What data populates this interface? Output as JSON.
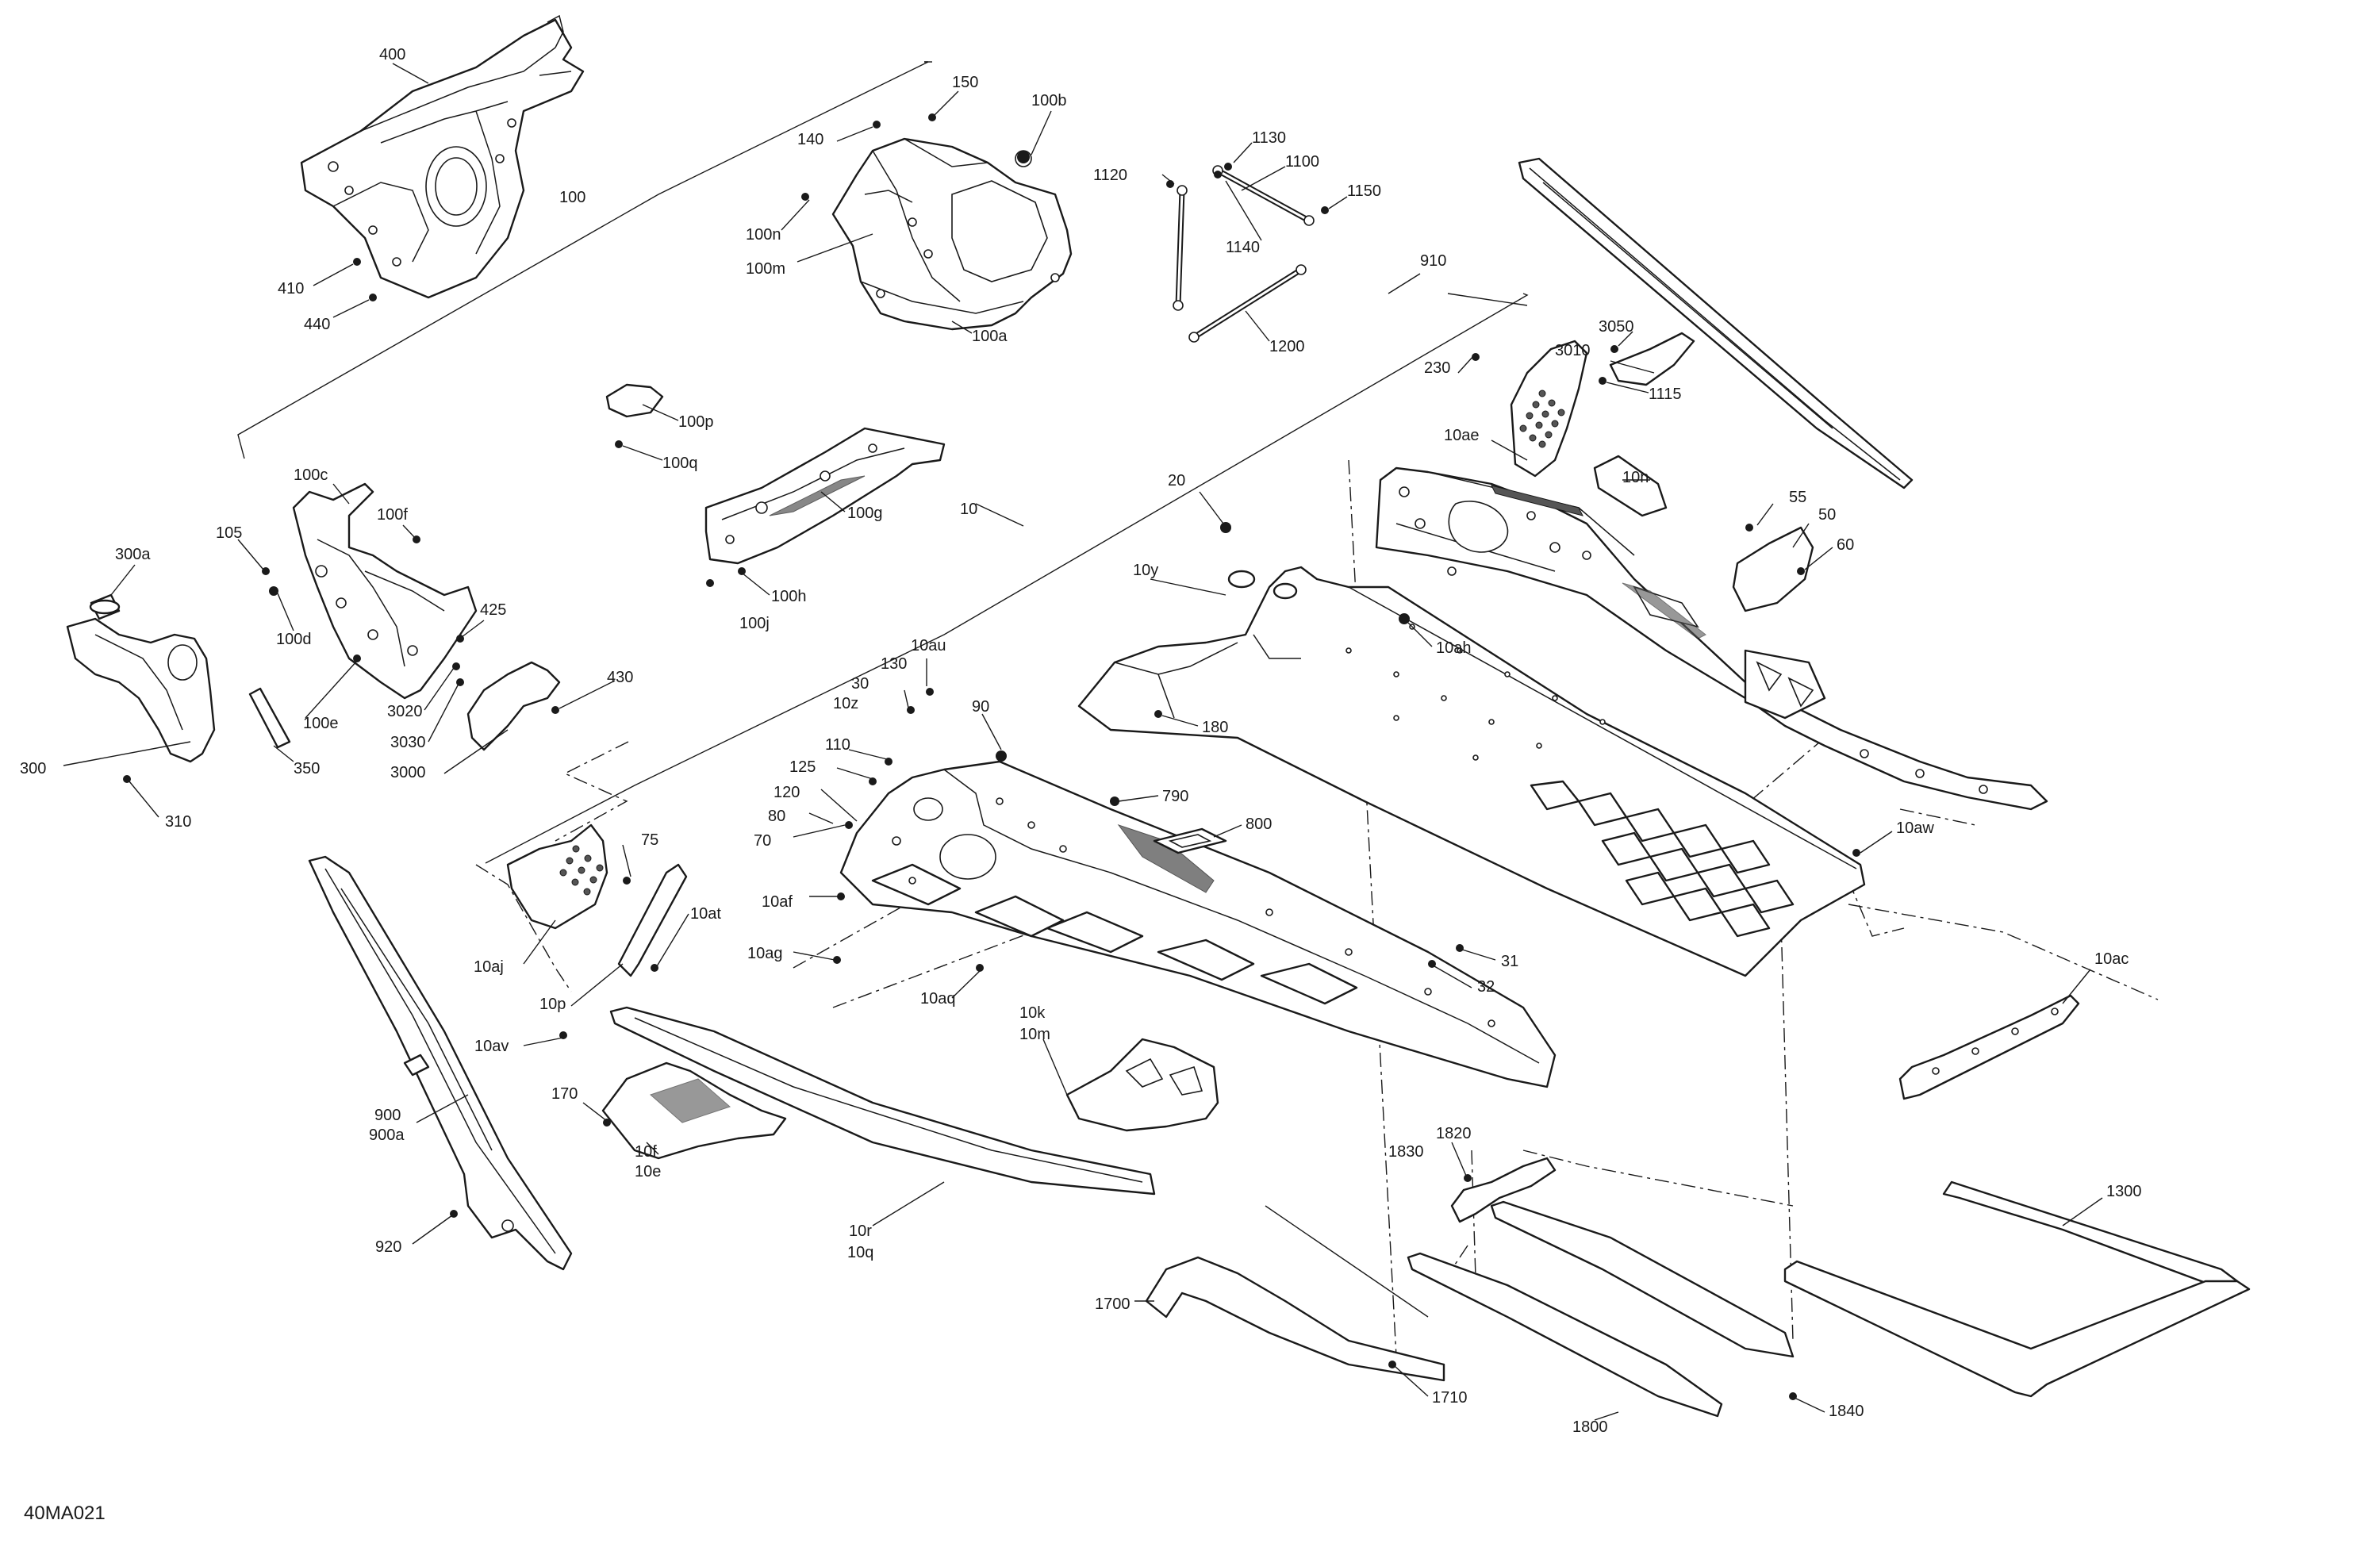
{
  "diagram": {
    "reference_code": "40MA021",
    "callouts": {
      "c400": "400",
      "c100": "100",
      "c140": "140",
      "c150": "150",
      "c100b": "100b",
      "c100n": "100n",
      "c100m": "100m",
      "c100a": "100a",
      "c410": "410",
      "c440": "440",
      "c1120": "1120",
      "c1130": "1130",
      "c1100": "1100",
      "c1150": "1150",
      "c1140": "1140",
      "c1200": "1200",
      "c910": "910",
      "c3050": "3050",
      "c3010": "3010",
      "c230": "230",
      "c1115": "1115",
      "c10ae": "10ae",
      "c10n": "10n",
      "c100p": "100p",
      "c100q": "100q",
      "c100g": "100g",
      "c100h": "100h",
      "c100j": "100j",
      "c10": "10",
      "c20": "20",
      "c55": "55",
      "c50": "50",
      "c60": "60",
      "c10y": "10y",
      "c10ah": "10ah",
      "c180": "180",
      "c100c": "100c",
      "c105": "105",
      "c100f": "100f",
      "c300a": "300a",
      "c100d": "100d",
      "c425": "425",
      "c430": "430",
      "c3020": "3020",
      "c100e": "100e",
      "c3030": "3030",
      "c3000": "3000",
      "c300": "300",
      "c350": "350",
      "c310": "310",
      "c10au": "10au",
      "c130": "130",
      "c30": "30",
      "c90": "90",
      "c10z": "10z",
      "c110": "110",
      "c125": "125",
      "c120": "120",
      "c80": "80",
      "c70": "70",
      "c10af": "10af",
      "c790": "790",
      "c800": "800",
      "c10aw": "10aw",
      "c75": "75",
      "c10at": "10at",
      "c10aj": "10aj",
      "c10ag": "10ag",
      "c31": "31",
      "c32": "32",
      "c10ac": "10ac",
      "c10p": "10p",
      "c10aq": "10aq",
      "c10k": "10k",
      "c10m": "10m",
      "c10av": "10av",
      "c170": "170",
      "c900": "900",
      "c900a": "900a",
      "c10f": "10f",
      "c10e": "10e",
      "c1820": "1820",
      "c1830": "1830",
      "c10r": "10r",
      "c10q": "10q",
      "c1300": "1300",
      "c920": "920",
      "c1700": "1700",
      "c1710": "1710",
      "c1800": "1800",
      "c1840": "1840"
    }
  }
}
